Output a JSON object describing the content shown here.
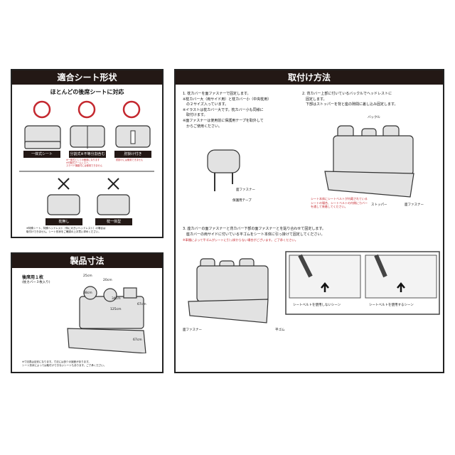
{
  "compat": {
    "title": "適合シート形状",
    "subtitle": "ほとんどの後席シートに対応",
    "ok": [
      {
        "label": "一体式シート",
        "note": ""
      },
      {
        "label": "分割式※不等分割含む",
        "note": "※一体式としての使用になります\n※可動式アームレスト、\nスライド機能付には使用できません"
      },
      {
        "label": "肘掛け付き",
        "note": "肘掛けには使用できません"
      }
    ],
    "ok_mark": "〇",
    "ng_mark": "×",
    "ng": [
      {
        "label": "枕無し"
      },
      {
        "label": "枕一体型"
      }
    ],
    "footnote": "※特殊シート、特殊ヘッドレスト（特に大きいヘッドレスト）の場合は\n取付けできません。シート形状をご確認の上お買い求めください。"
  },
  "size": {
    "title": "製品寸法",
    "qty": "後席用１枚",
    "qty_sub": "(枕カバー３枚入り)",
    "dims": [
      "25cm",
      "38cm",
      "20cm",
      "34cm",
      "125cm",
      "67cm",
      "67cm"
    ],
    "footnote": "※寸法表は目安になります。寸法には多少の誤差があります。\nシート形状によっては取付けできないシートもあります。ご了承ください。"
  },
  "install": {
    "title": "取付け方法",
    "step1": [
      "1. 枕カバーを面ファスナーで固定します。",
      "※枕カバー大（両サイド用）と枕カバー小（中央枕用）",
      "　の２サイズ入っています。",
      "※イラストは枕カバー大です。枕カバー小も同様に",
      "　取付けます。",
      "※面ファスナーは使用前に保護用テープを取外して",
      "　からご使用ください。"
    ],
    "step1_labels": [
      "面ファスナー",
      "保護用テープ"
    ],
    "step2": [
      "2. 背カバー上部に付いているバックルでヘッドレストに",
      "　固定します。",
      "　下部はストッパーを背と座の隙間に差し込み固定します。"
    ],
    "step2_labels": [
      "バックル",
      "ストッパー",
      "面ファスナー"
    ],
    "step2_note": "シート本体にシートベルトが内蔵されている\nシートの場合、シートベルトの内側にカバー\nを通して装着してください。",
    "step3": [
      "3. 座カバーの面ファスナーと背カバー下部の面ファスナーとを貼り合わせて固定します。",
      "　座カバーの両サイドに付いている平ゴムをシート本体に引っ掛けて固定してください。"
    ],
    "step3_note": "※車種によって平ゴムがシートに引っ掛からない場合がございます。ご了承ください。",
    "step3_labels": [
      "面ファスナー",
      "平ゴム"
    ],
    "scenes": [
      "シートベルトを使用しないシーン",
      "シートベルトを使用するシーン"
    ]
  },
  "colors": {
    "header": "#231815",
    "accent_red": "#c4282f"
  }
}
